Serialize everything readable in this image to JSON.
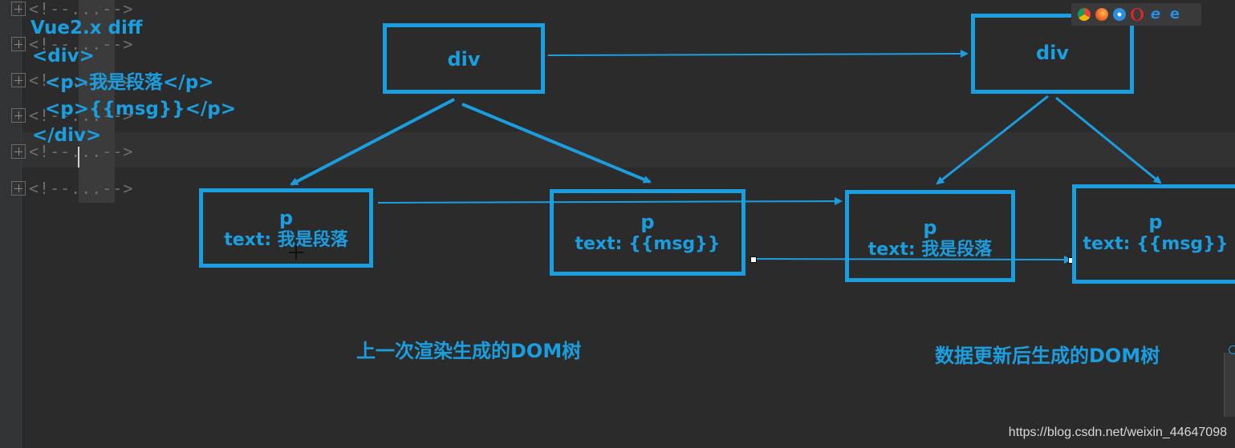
{
  "fold_placeholder": "<!--...-->",
  "code": {
    "title": "Vue2.x diff",
    "line1": "<div>",
    "line2": "  <p>我是段落</p>",
    "line3": "  <p>{{msg}}</p>",
    "line4": "</div>"
  },
  "old_tree": {
    "root": {
      "tag": "div"
    },
    "child1": {
      "tag": "p",
      "text": "text: 我是段落"
    },
    "child2": {
      "tag": "p",
      "text": "text: {{msg}}"
    },
    "caption": "上一次渲染生成的DOM树"
  },
  "new_tree": {
    "root": {
      "tag": "div"
    },
    "child1": {
      "tag": "p",
      "text": "text: 我是段落"
    },
    "child2": {
      "tag": "p",
      "text": "text: {{msg}}"
    },
    "caption": "数据更新后生成的DOM树"
  },
  "watermark": "https://blog.csdn.net/weixin_44647098",
  "colors": {
    "accent": "#1a9ee0",
    "background": "#2b2b2b",
    "gutter": "#313335"
  },
  "browser_icons": [
    "chrome-icon",
    "firefox-icon",
    "safari-icon",
    "opera-icon",
    "ie-icon",
    "edge-icon"
  ]
}
